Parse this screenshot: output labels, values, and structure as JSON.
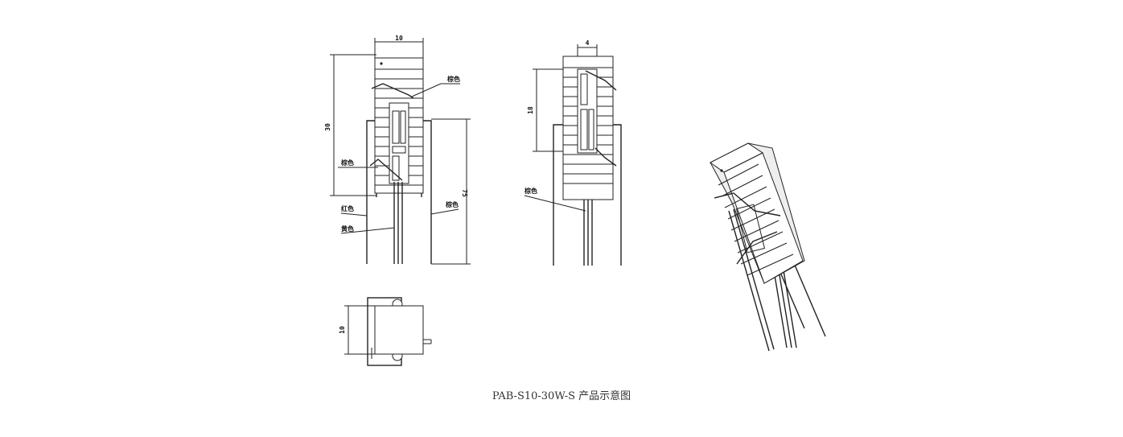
{
  "caption": "PAB-S10-30W-S 产品示意图",
  "front_view": {
    "dim_width": "10",
    "dim_height": "30",
    "dim_pin": "75",
    "labels": {
      "top_right": "棕色",
      "left_mid": "棕色",
      "red": "红色",
      "yellow": "黄色",
      "pin_right": "棕色"
    }
  },
  "side_view": {
    "dim_top": "4",
    "dim_left": "18",
    "label": "棕色"
  },
  "bottom_view": {
    "dim_left": "10"
  }
}
